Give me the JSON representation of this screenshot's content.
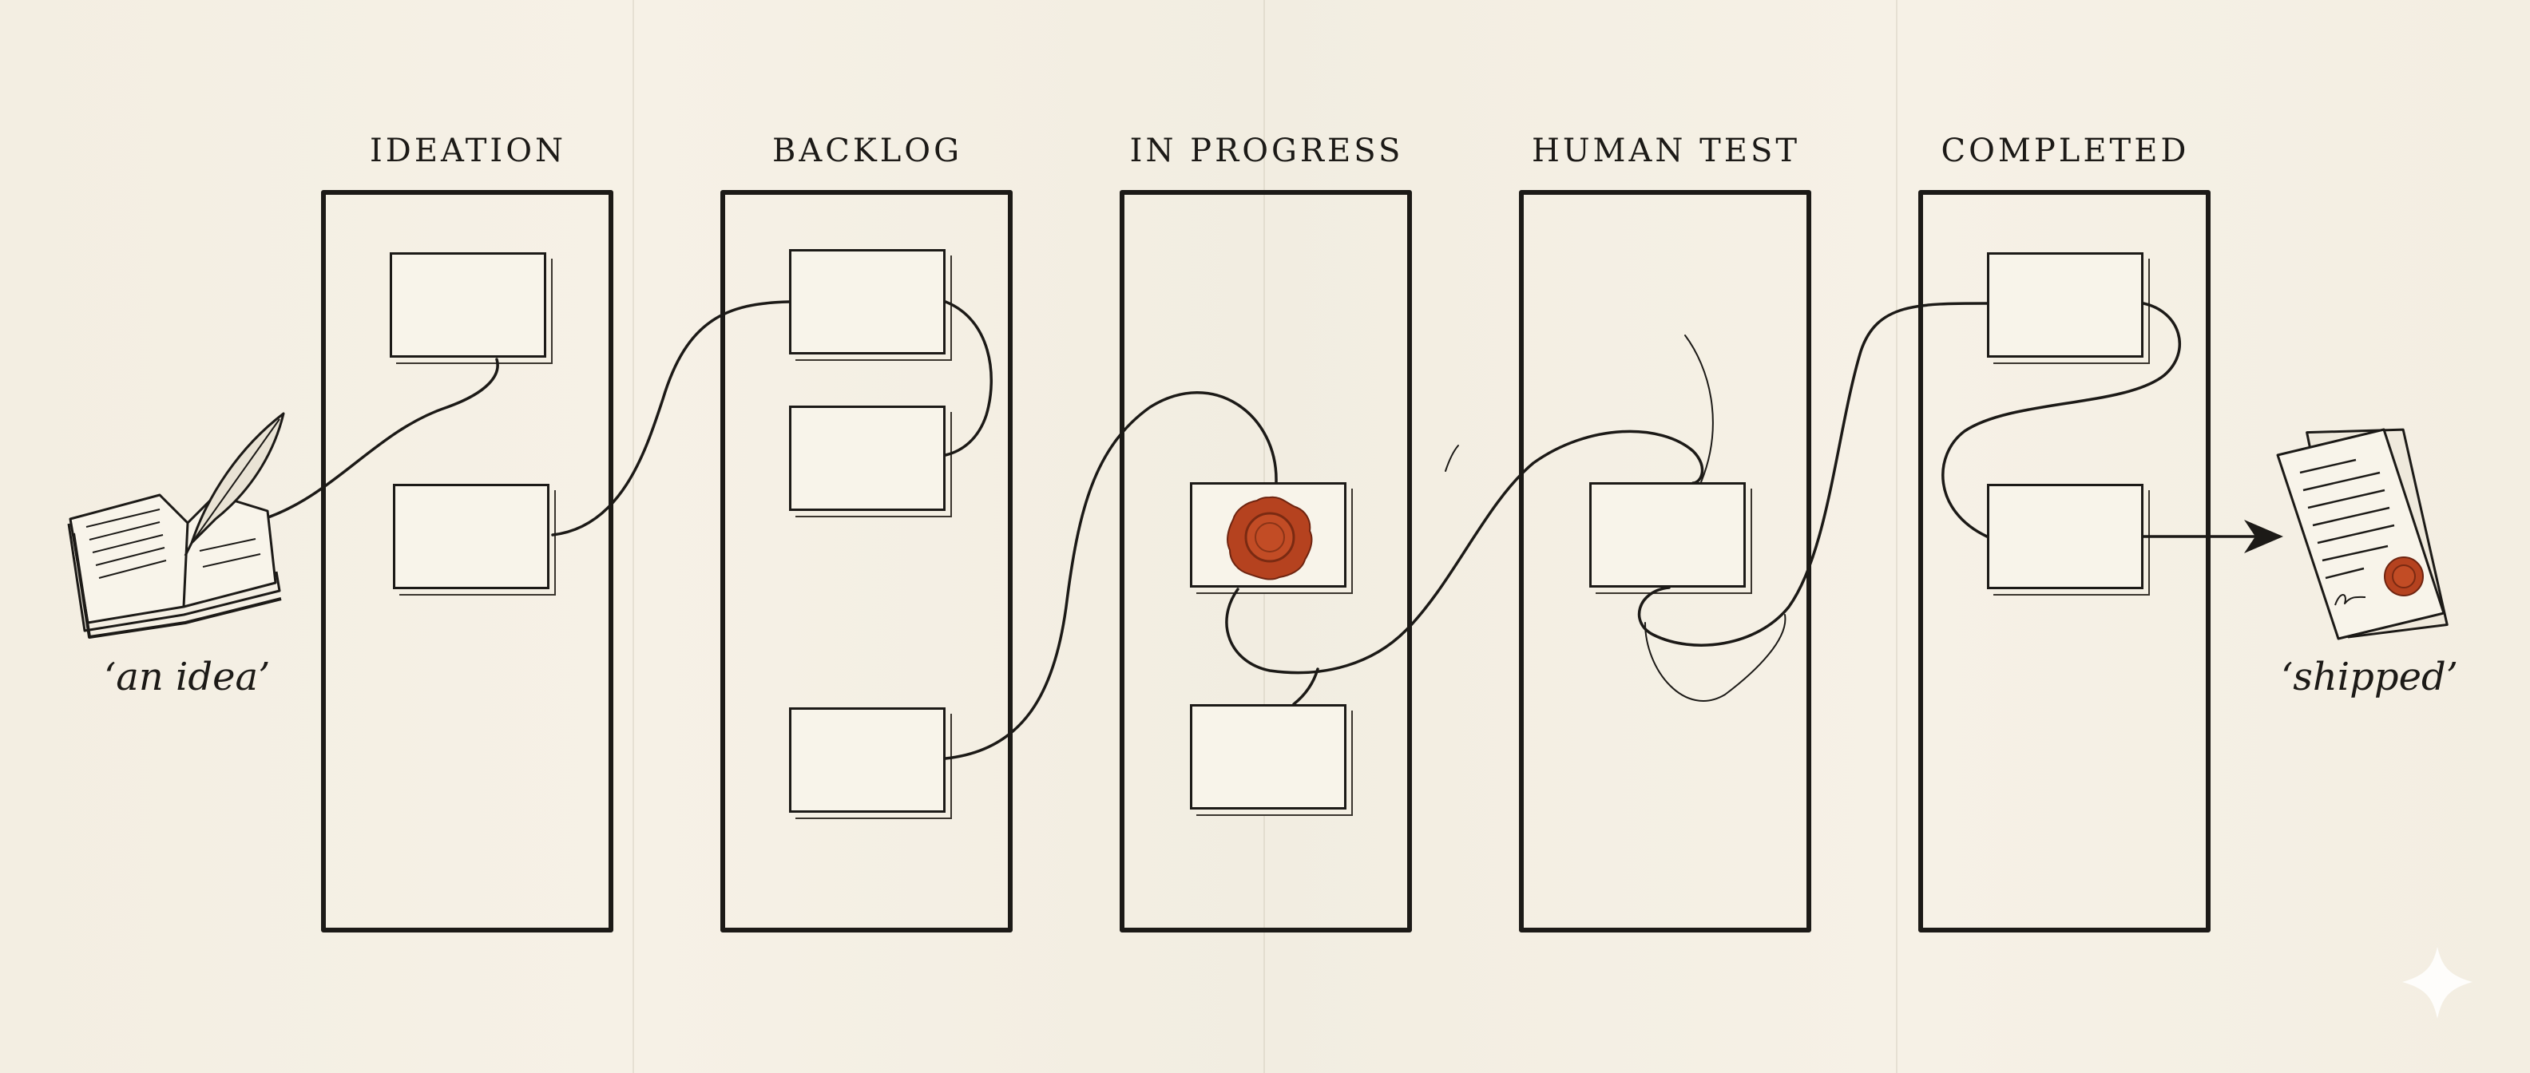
{
  "columns": [
    {
      "title": "IDEATION"
    },
    {
      "title": "BACKLOG"
    },
    {
      "title": "IN PROGRESS"
    },
    {
      "title": "HUMAN TEST"
    },
    {
      "title": "COMPLETED"
    }
  ],
  "start_caption": "‘an idea’",
  "end_caption": "‘shipped’",
  "colors": {
    "ink": "#1c1a17",
    "paper": "#f4efe3",
    "wax_seal": "#b5421f"
  },
  "icons": {
    "start": "open-book-with-quill-icon",
    "end": "signed-document-icon",
    "seal": "wax-seal-icon",
    "corner": "sparkle-icon"
  }
}
